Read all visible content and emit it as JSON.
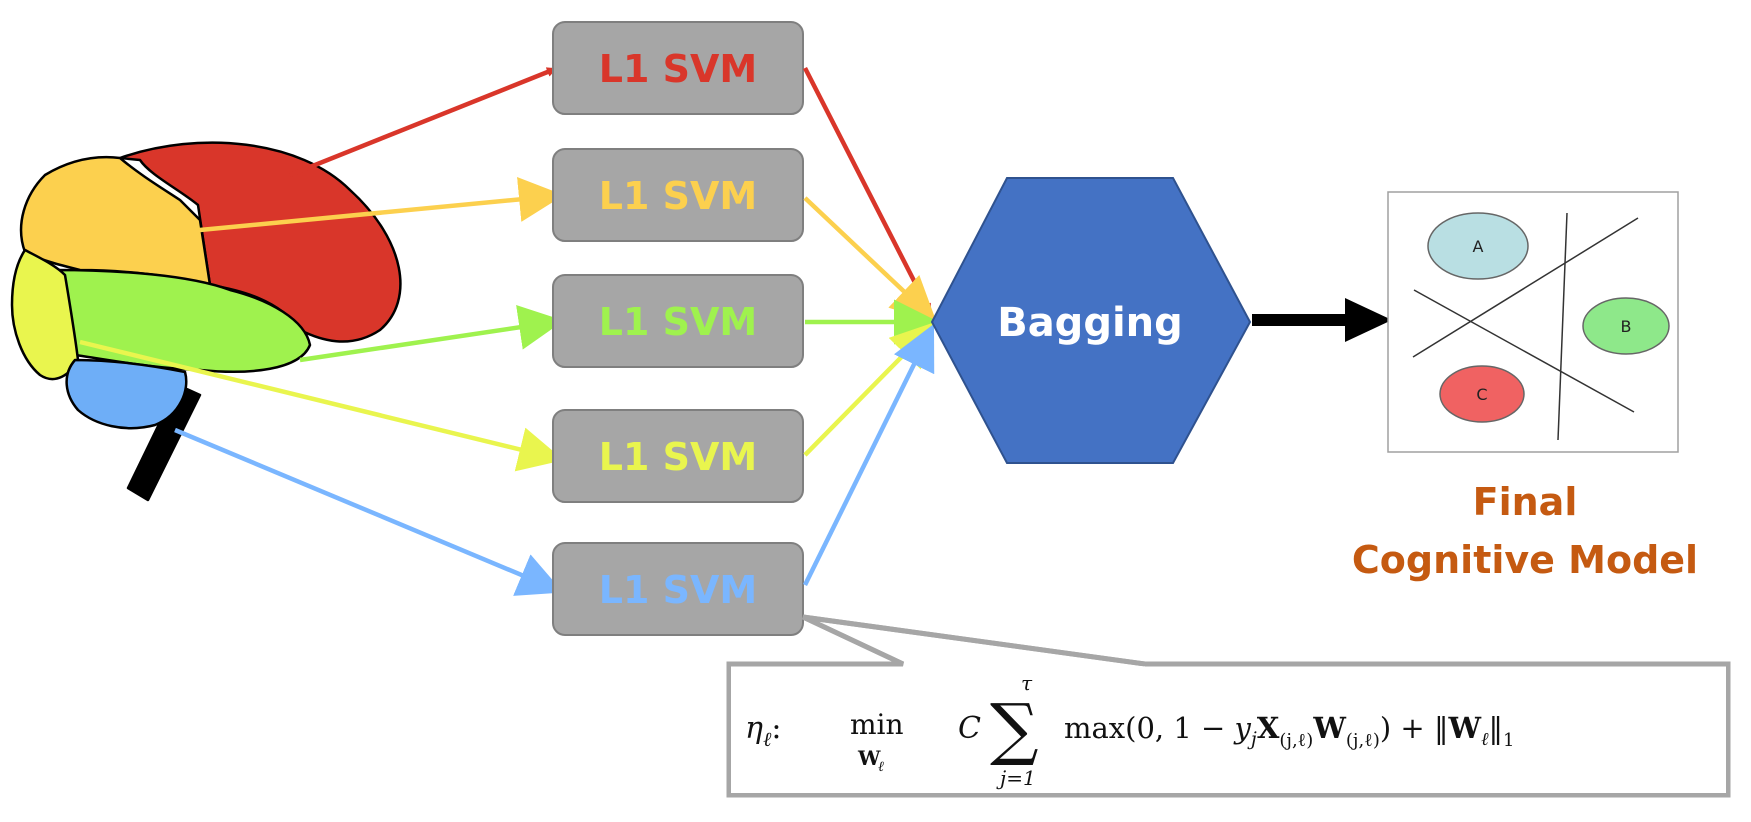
{
  "svm_nodes": [
    {
      "label": "L1 SVM",
      "color": "#d9362a"
    },
    {
      "label": "L1 SVM",
      "color": "#fcd04e"
    },
    {
      "label": "L1 SVM",
      "color": "#9ff24e"
    },
    {
      "label": "L1 SVM",
      "color": "#e9f54e"
    },
    {
      "label": "L1 SVM",
      "color": "#7ab6ff"
    }
  ],
  "brain_regions": {
    "frontal": "#fcd04e",
    "parietal": "#d9362a",
    "temporal": "#9ff24e",
    "occipital": "#e9f54e",
    "cerebellum": "#6eaef7",
    "brainstem": "#000000"
  },
  "bagging": {
    "label": "Bagging",
    "color": "#4472c4"
  },
  "final_model": {
    "title_line1": "Final",
    "title_line2": "Cognitive Model",
    "color": "#c55a11",
    "classes": [
      {
        "label": "A",
        "color": "#b9dfe3"
      },
      {
        "label": "B",
        "color": "#8ee88a"
      },
      {
        "label": "C",
        "color": "#f06262"
      }
    ]
  },
  "formula": {
    "eta": "η",
    "ell": "ℓ",
    "colon": ":",
    "min": "min",
    "w_sub": "W",
    "c": "C",
    "sigma": "∑",
    "upper": "τ",
    "lower": "j=1",
    "body": "max(0, 1 − ",
    "yj": "y",
    "j": "j",
    "X": "X",
    "sub_jl": "(j,ℓ)",
    "W": "W",
    "close": ") + ‖",
    "Wl": "W",
    "norm_close": "‖",
    "one": "1"
  }
}
